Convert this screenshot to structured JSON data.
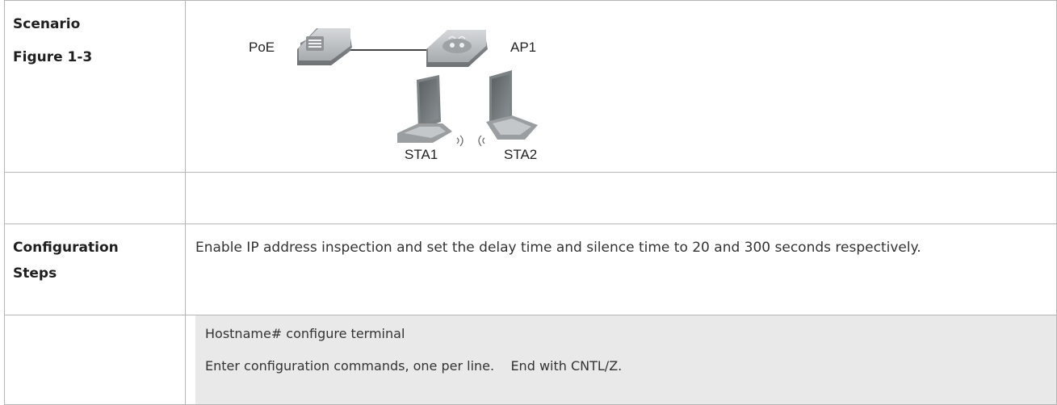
{
  "scenario_row": {
    "label_line1": "Scenario",
    "label_line2": "Figure 1-3",
    "diagram": {
      "switch_label": "PoE",
      "ap_label": "AP1",
      "sta1_label": "STA1",
      "sta2_label": "STA2",
      "icons": [
        "poe-switch-icon",
        "access-point-icon",
        "laptop-icon",
        "laptop-icon"
      ]
    }
  },
  "config_row": {
    "label_line1": "Configuration",
    "label_line2": "Steps",
    "text": "Enable IP address inspection and set the delay time and silence time to 20 and 300 seconds respectively."
  },
  "code_block": {
    "lines": [
      "Hostname# configure terminal",
      "Enter configuration commands, one per line.    End with CNTL/Z."
    ]
  },
  "colors": {
    "border": "#b5b5b5",
    "code_background": "#e9e9e9",
    "device_fill": "#b9bcbe"
  }
}
